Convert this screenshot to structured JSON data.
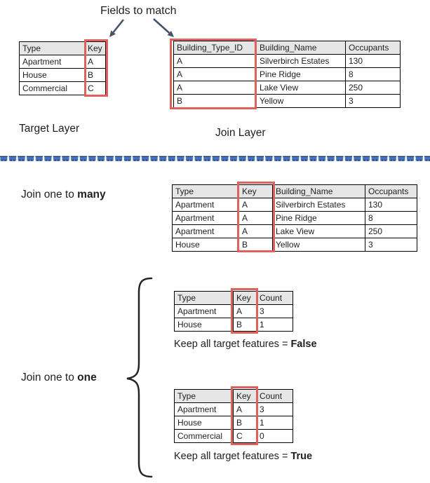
{
  "colors": {
    "red": "#e0605c",
    "header_fill": "#e7e6e6",
    "arrow": "#44546a",
    "divider_blue": "#4472c4",
    "divider_dark": "#17375e"
  },
  "header": {
    "title": "Fields to match"
  },
  "layer_labels": {
    "target": "Target Layer",
    "join": "Join Layer"
  },
  "sections": {
    "many": {
      "label_prefix": "Join one to ",
      "label_bold": "many"
    },
    "one": {
      "label_prefix": "Join one to ",
      "label_bold": "one",
      "false_caption_prefix": "Keep all target features = ",
      "false_caption_bold": "False",
      "true_caption_prefix": "Keep all target features = ",
      "true_caption_bold": "True"
    }
  },
  "tables": {
    "target": {
      "headers": [
        "Type",
        "Key"
      ],
      "rows": [
        [
          "Apartment",
          "A"
        ],
        [
          "House",
          "B"
        ],
        [
          "Commercial",
          "C"
        ]
      ]
    },
    "join": {
      "headers": [
        "Building_Type_ID",
        "Building_Name",
        "Occupants"
      ],
      "rows": [
        [
          "A",
          "Silverbirch Estates",
          "130"
        ],
        [
          "A",
          "Pine Ridge",
          "8"
        ],
        [
          "A",
          "Lake View",
          "250"
        ],
        [
          "B",
          "Yellow",
          "3"
        ]
      ]
    },
    "one_to_many": {
      "headers": [
        "Type",
        "Key",
        "Building_Name",
        "Occupants"
      ],
      "rows": [
        [
          "Apartment",
          "A",
          "Silverbirch Estates",
          "130"
        ],
        [
          "Apartment",
          "A",
          "Pine Ridge",
          "8"
        ],
        [
          "Apartment",
          "A",
          "Lake View",
          "250"
        ],
        [
          "House",
          "B",
          "Yellow",
          "3"
        ]
      ]
    },
    "one_to_one_false": {
      "headers": [
        "Type",
        "Key",
        "Count"
      ],
      "rows": [
        [
          "Apartment",
          "A",
          "3"
        ],
        [
          "House",
          "B",
          "1"
        ]
      ]
    },
    "one_to_one_true": {
      "headers": [
        "Type",
        "Key",
        "Count"
      ],
      "rows": [
        [
          "Apartment",
          "A",
          "3"
        ],
        [
          "House",
          "B",
          "1"
        ],
        [
          "Commercial",
          "C",
          "0"
        ]
      ]
    }
  }
}
